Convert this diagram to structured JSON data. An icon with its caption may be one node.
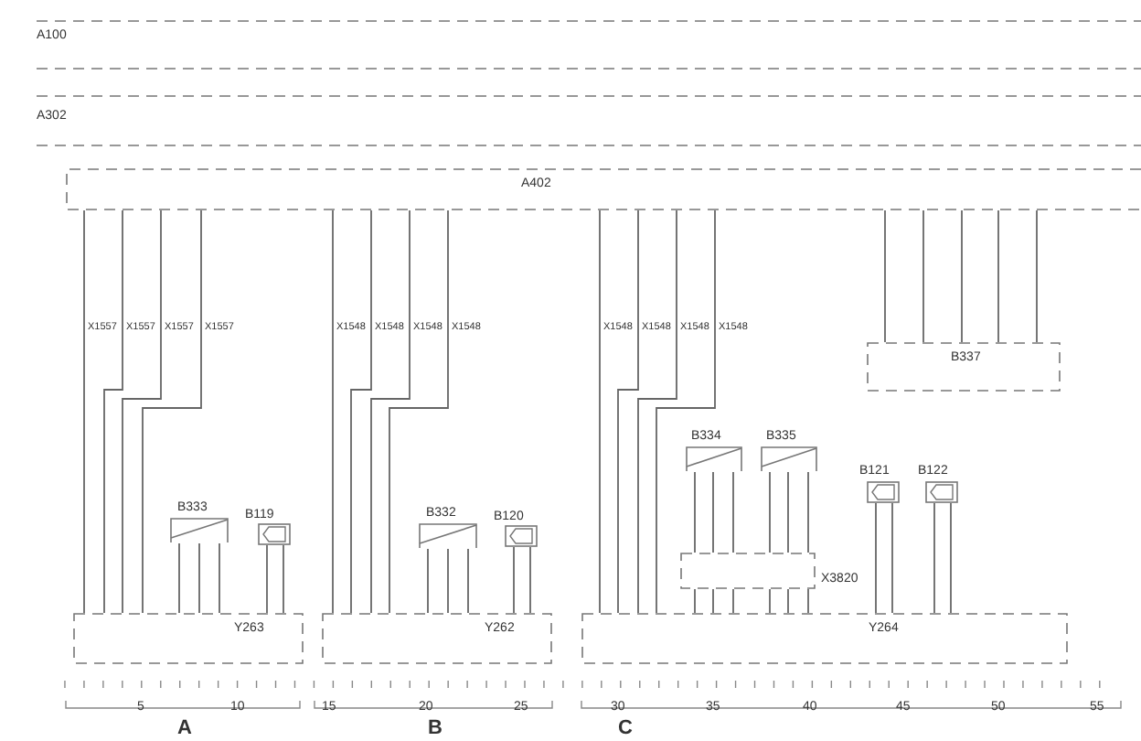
{
  "diagram": {
    "nodes": [
      {
        "text": [
          "A100"
        ]
      },
      {
        "text": [
          "A302"
        ]
      },
      {
        "text": [
          "A402"
        ]
      },
      {
        "text": [
          "B337"
        ]
      },
      {
        "text": [
          "B334"
        ]
      },
      {
        "text": [
          "B335"
        ]
      },
      {
        "text": [
          "B121"
        ]
      },
      {
        "text": [
          "B122"
        ]
      },
      {
        "text": [
          "B333"
        ]
      },
      {
        "text": [
          "B119"
        ]
      },
      {
        "text": [
          "B332"
        ]
      },
      {
        "text": [
          "B120"
        ]
      },
      {
        "text": [
          "X3820"
        ]
      },
      {
        "text": [
          "Y263"
        ]
      },
      {
        "text": [
          "Y262"
        ]
      },
      {
        "text": [
          "Y264"
        ]
      }
    ],
    "edges": [
      {
        "from": 2,
        "to": 13,
        "arrow": "none"
      },
      {
        "from": 2,
        "to": 13,
        "arrow": "none"
      },
      {
        "from": 2,
        "to": 13,
        "arrow": "none"
      },
      {
        "from": 2,
        "to": 13,
        "arrow": "none"
      },
      {
        "from": 2,
        "to": 14,
        "arrow": "none"
      },
      {
        "from": 2,
        "to": 14,
        "arrow": "none"
      },
      {
        "from": 2,
        "to": 14,
        "arrow": "none"
      },
      {
        "from": 2,
        "to": 14,
        "arrow": "none"
      },
      {
        "from": 2,
        "to": 15,
        "arrow": "none"
      },
      {
        "from": 2,
        "to": 15,
        "arrow": "none"
      },
      {
        "from": 2,
        "to": 15,
        "arrow": "none"
      },
      {
        "from": 2,
        "to": 15,
        "arrow": "none"
      },
      {
        "from": 2,
        "to": 3,
        "arrow": "none"
      },
      {
        "from": 2,
        "to": 3,
        "arrow": "none"
      },
      {
        "from": 2,
        "to": 3,
        "arrow": "none"
      },
      {
        "from": 2,
        "to": 3,
        "arrow": "none"
      },
      {
        "from": 2,
        "to": 3,
        "arrow": "none"
      },
      {
        "from": 8,
        "to": 13,
        "arrow": "none"
      },
      {
        "from": 8,
        "to": 13,
        "arrow": "none"
      },
      {
        "from": 8,
        "to": 13,
        "arrow": "none"
      },
      {
        "from": 9,
        "to": 13,
        "arrow": "none"
      },
      {
        "from": 9,
        "to": 13,
        "arrow": "none"
      },
      {
        "from": 10,
        "to": 14,
        "arrow": "none"
      },
      {
        "from": 10,
        "to": 14,
        "arrow": "none"
      },
      {
        "from": 10,
        "to": 14,
        "arrow": "none"
      },
      {
        "from": 11,
        "to": 14,
        "arrow": "none"
      },
      {
        "from": 11,
        "to": 14,
        "arrow": "none"
      },
      {
        "from": 4,
        "to": 12,
        "arrow": "none"
      },
      {
        "from": 4,
        "to": 12,
        "arrow": "none"
      },
      {
        "from": 4,
        "to": 12,
        "arrow": "none"
      },
      {
        "from": 5,
        "to": 12,
        "arrow": "none"
      },
      {
        "from": 5,
        "to": 12,
        "arrow": "none"
      },
      {
        "from": 5,
        "to": 12,
        "arrow": "none"
      },
      {
        "from": 12,
        "to": 15,
        "arrow": "none"
      },
      {
        "from": 12,
        "to": 15,
        "arrow": "none"
      },
      {
        "from": 12,
        "to": 15,
        "arrow": "none"
      },
      {
        "from": 12,
        "to": 15,
        "arrow": "none"
      },
      {
        "from": 12,
        "to": 15,
        "arrow": "none"
      },
      {
        "from": 12,
        "to": 15,
        "arrow": "none"
      },
      {
        "from": 6,
        "to": 15,
        "arrow": "none"
      },
      {
        "from": 6,
        "to": 15,
        "arrow": "none"
      },
      {
        "from": 7,
        "to": 15,
        "arrow": "none"
      },
      {
        "from": 7,
        "to": 15,
        "arrow": "none"
      }
    ],
    "labels": [
      "X1557",
      "X1557",
      "X1557",
      "X1557",
      "X1548",
      "X1548",
      "X1548",
      "X1548",
      "X1548",
      "X1548",
      "X1548",
      "X1548",
      "5",
      "10",
      "15",
      "20",
      "25",
      "30",
      "35",
      "40",
      "45",
      "50",
      "55",
      "A",
      "B",
      "C"
    ]
  }
}
